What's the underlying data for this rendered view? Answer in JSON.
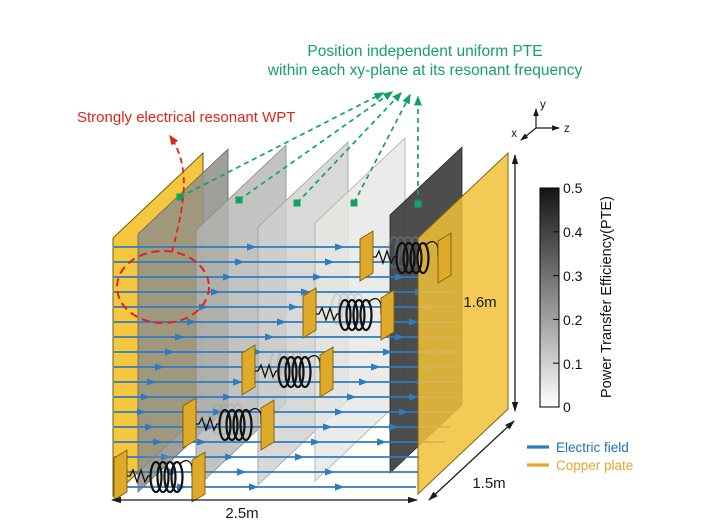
{
  "figure": {
    "background": "#ffffff",
    "annotations": {
      "pte_note_line1": "Position independent uniform PTE",
      "pte_note_line2": "within each xy-plane at its resonant frequency",
      "pte_note_color": "#12A262",
      "wpt_note": "Strongly electrical resonant WPT",
      "wpt_note_color": "#E2231A"
    },
    "axes_triad": {
      "x_label": "x",
      "y_label": "y",
      "z_label": "z"
    },
    "dimensions": {
      "width_label": "2.5m",
      "height_label": "1.6m",
      "depth_label": "1.5m"
    },
    "colorbar": {
      "title": "Power Transfer Efficiency(PTE)",
      "tick_labels": [
        "0.5",
        "0.4",
        "0.3",
        "0.2",
        "0.1",
        "0"
      ],
      "top_color": "#141414",
      "bottom_color": "#ffffff"
    },
    "legend": {
      "items": [
        {
          "label": "Electric field",
          "color": "#2470B3",
          "swatch_color": "#2F7BBF"
        },
        {
          "label": "Copper plate",
          "color": "#DFA92A",
          "swatch_color": "#DFA92A"
        }
      ]
    },
    "scene": {
      "copper_plate_color": "#F5C73E",
      "electric_field_color": "#2F7BBF",
      "pte_plane_shades": [
        "#8F8F88",
        "#B4B4B2",
        "#CFCFCD",
        "#E6E6E4",
        "#3F3F3F"
      ],
      "pte_plane_count": 5,
      "receiver_unit_count": 5
    }
  }
}
